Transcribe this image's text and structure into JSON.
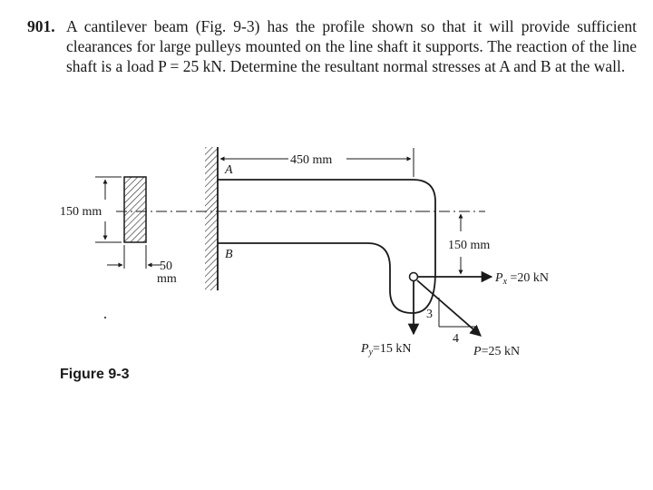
{
  "problem": {
    "number": "901.",
    "text": "A cantilever beam (Fig. 9-3) has the profile shown so that it will provide sufficient clearances for large pulleys mounted on the line shaft it supports. The reaction of the line shaft is a load P = 25 kN. Determine the resultant normal stresses at A and B at the wall."
  },
  "figure": {
    "caption": "Figure 9-3",
    "labels": {
      "length": "450 mm",
      "point_a": "A",
      "point_b": "B",
      "section_depth": "150 mm",
      "section_width_value": "50",
      "section_width_unit": "mm",
      "offset": "150 mm",
      "load_x": "P",
      "load_x_sub": "x",
      "load_x_value": " =20 kN",
      "load_y": "P",
      "load_y_sub": "y",
      "load_y_value": "=15 kN",
      "load_p": "P",
      "load_p_value": "=25 kN",
      "slope_rise": "3",
      "slope_run": "4"
    }
  }
}
